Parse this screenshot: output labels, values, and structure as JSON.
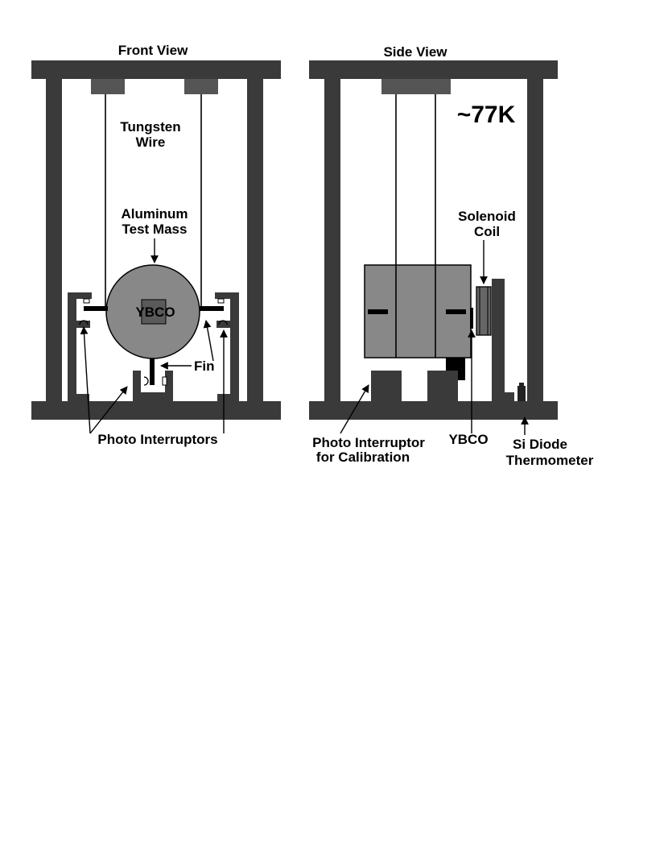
{
  "colors": {
    "frame": "#3a3a3a",
    "mass": "#888888",
    "ybco_block": "#5a5a5a",
    "block": "#555555",
    "line": "#000000",
    "background": "#ffffff"
  },
  "front_view": {
    "title": "Front View",
    "wire_label_line1": "Tungsten",
    "wire_label_line2": "Wire",
    "mass_label_line1": "Aluminum",
    "mass_label_line2": "Test Mass",
    "ybco_label": "YBCO",
    "fin_label": "Fin",
    "photo_label": "Photo Interruptors"
  },
  "side_view": {
    "title": "Side View",
    "temperature": "~77K",
    "solenoid_line1": "Solenoid",
    "solenoid_line2": "Coil",
    "calib_line1": "Photo Interruptor",
    "calib_line2": "for Calibration",
    "ybco_label": "YBCO",
    "diode_line1": "Si Diode",
    "diode_line2": "Thermometer"
  }
}
